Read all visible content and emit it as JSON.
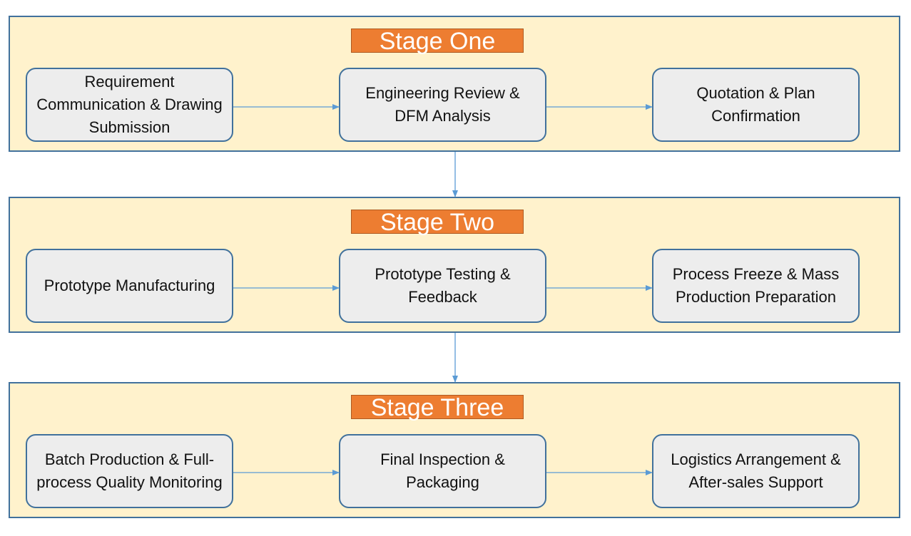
{
  "stages": [
    {
      "title": "Stage One",
      "steps": [
        "Requirement Communication & Drawing Submission",
        "Engineering Review & DFM Analysis",
        "Quotation & Plan Confirmation"
      ]
    },
    {
      "title": "Stage Two",
      "steps": [
        "Prototype Manufacturing",
        "Prototype Testing & Feedback",
        "Process Freeze & Mass Production Preparation"
      ]
    },
    {
      "title": "Stage Three",
      "steps": [
        "Batch Production & Full-process Quality Monitoring",
        "Final Inspection & Packaging",
        "Logistics Arrangement & After-sales Support"
      ]
    }
  ],
  "colors": {
    "panel_fill": "#fff2cc",
    "panel_border": "#41719c",
    "title_fill": "#ed7d31",
    "title_text": "#ffffff",
    "step_fill": "#ededed",
    "step_border": "#41719c",
    "arrow": "#5b9bd5"
  }
}
